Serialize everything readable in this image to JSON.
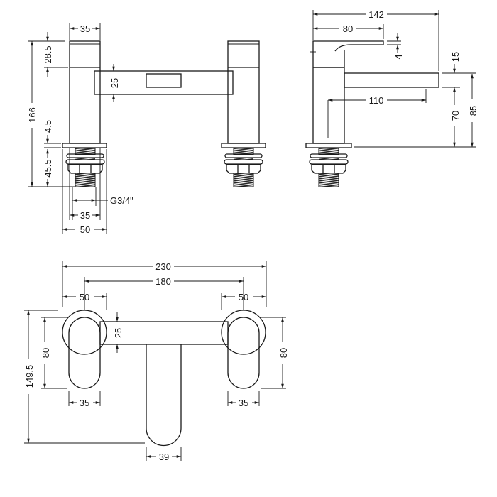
{
  "colors": {
    "line": "#1a1a1a",
    "background": "#ffffff"
  },
  "front_view": {
    "pillar_width": "35",
    "cap_height": "28.5",
    "total_height": "166",
    "plate_thickness": "4.5",
    "tail_length": "45.5",
    "bridge_height": "25",
    "thread": "G3/4\"",
    "thread_width": "35",
    "plate_width": "50"
  },
  "side_view": {
    "total_depth": "142",
    "lever_length": "80",
    "lever_thickness": "4",
    "spout_thickness": "15",
    "spout_projection": "110",
    "spout_underside_height": "70",
    "spout_top_height": "85"
  },
  "plan_view": {
    "overall_width": "230",
    "centres": "180",
    "left_escutcheon": "50",
    "right_escutcheon": "50",
    "bridge_width": "25",
    "left_handle_length": "80",
    "right_handle_length": "80",
    "left_handle_width": "35",
    "right_handle_width": "35",
    "total_depth": "149.5",
    "spout_width": "39"
  }
}
